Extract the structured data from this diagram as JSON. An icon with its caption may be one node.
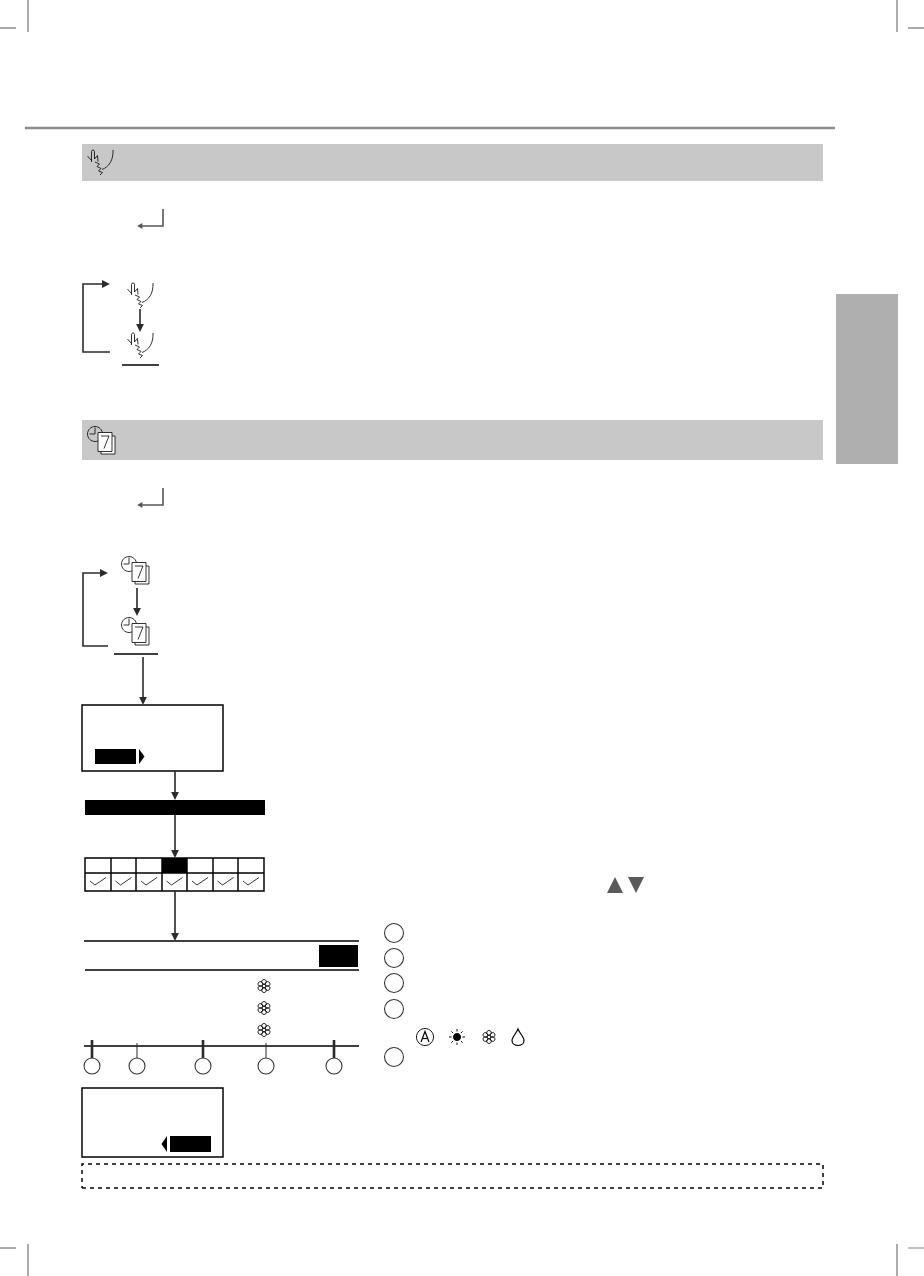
{
  "diagram": {
    "nodes": [
      {
        "text": [],
        "shape": "picture"
      },
      {
        "text": [],
        "shape": "picture"
      },
      {
        "text": [],
        "shape": "picture"
      },
      {
        "text": [],
        "shape": "picture"
      },
      {
        "text": [],
        "shape": "box"
      },
      {
        "text": [],
        "shape": "bar"
      },
      {
        "text": [],
        "shape": "box"
      },
      {
        "text": [],
        "shape": "picture"
      },
      {
        "text": [],
        "shape": "circle"
      },
      {
        "text": [],
        "shape": "circle"
      },
      {
        "text": [],
        "shape": "circle"
      },
      {
        "text": [],
        "shape": "circle"
      },
      {
        "text": [],
        "shape": "circle"
      },
      {
        "text": [],
        "shape": "box"
      },
      {
        "text": [],
        "shape": "circle"
      },
      {
        "text": [],
        "shape": "circle"
      },
      {
        "text": [],
        "shape": "circle"
      },
      {
        "text": [],
        "shape": "circle"
      },
      {
        "text": [],
        "shape": "circle"
      },
      {
        "text": [],
        "shape": "box"
      },
      {
        "text": [],
        "shape": "bar"
      }
    ],
    "edges": [
      {
        "from": 0,
        "to": 1,
        "arrow": "to"
      },
      {
        "from": 1,
        "to": 0,
        "arrow": "to"
      },
      {
        "from": 2,
        "to": 3,
        "arrow": "to"
      },
      {
        "from": 3,
        "to": 2,
        "arrow": "to"
      },
      {
        "from": 3,
        "to": 4,
        "arrow": "to"
      },
      {
        "from": 4,
        "to": 5,
        "arrow": "to"
      },
      {
        "from": 5,
        "to": 6,
        "arrow": "to"
      },
      {
        "from": 6,
        "to": 7,
        "arrow": "to"
      },
      {
        "from": 8,
        "to": 7,
        "arrow": "none"
      },
      {
        "from": 9,
        "to": 7,
        "arrow": "none"
      },
      {
        "from": 10,
        "to": 7,
        "arrow": "none"
      },
      {
        "from": 11,
        "to": 7,
        "arrow": "none"
      },
      {
        "from": 12,
        "to": 7,
        "arrow": "none"
      }
    ]
  }
}
